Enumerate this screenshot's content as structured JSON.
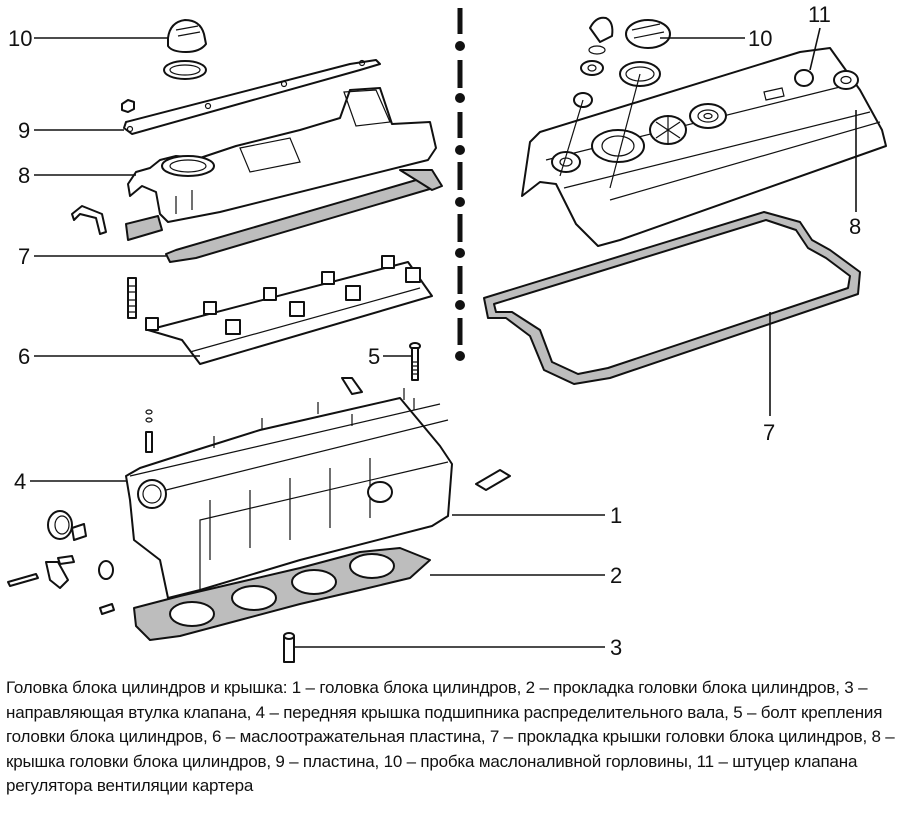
{
  "figure": {
    "title": "Головка блока цилиндров и крышка",
    "left_view_labels": {
      "l10": "10",
      "l9": "9",
      "l8": "8",
      "l7": "7",
      "l6": "6",
      "l5": "5",
      "l4": "4",
      "l1": "1",
      "l2": "2",
      "l3": "3"
    },
    "right_view_labels": {
      "l11": "11",
      "l10": "10",
      "l8": "8",
      "l7": "7"
    },
    "parts": [
      {
        "number": "1",
        "name": "головка блока цилиндров"
      },
      {
        "number": "2",
        "name": "прокладка головки блока цилиндров"
      },
      {
        "number": "3",
        "name": "направляющая втулка клапана"
      },
      {
        "number": "4",
        "name": "передняя крышка подшипника распределительного вала"
      },
      {
        "number": "5",
        "name": "болт крепления головки блока цилиндров"
      },
      {
        "number": "6",
        "name": "маслоотражательная пластина"
      },
      {
        "number": "7",
        "name": "прокладка крышки головки блока цилиндров"
      },
      {
        "number": "8",
        "name": "крышка головки блока цилиндров"
      },
      {
        "number": "9",
        "name": "пластина"
      },
      {
        "number": "10",
        "name": "пробка маслоналивной горловины"
      },
      {
        "number": "11",
        "name": "штуцер клапана регулятора вентиляции картера"
      }
    ],
    "colors": {
      "line": "#111111",
      "gasket_fill": "#bdbdbd",
      "background": "#ffffff"
    }
  },
  "caption": "Головка блока цилиндров и крышка: 1 – головка блока цилиндров, 2 – прокладка головки блока цилиндров, 3 – направляющая втулка клапана, 4 – передняя крышка подшипника распределительного вала, 5 – болт крепления головки блока цилиндров, 6 – маслоотражательная пластина, 7 – прокладка крышки головки блока цилиндров, 8 – крышка головки блока цилиндров, 9 – пластина, 10 – пробка маслоналивной горловины, 11 – штуцер клапана регулятора вентиляции картера"
}
